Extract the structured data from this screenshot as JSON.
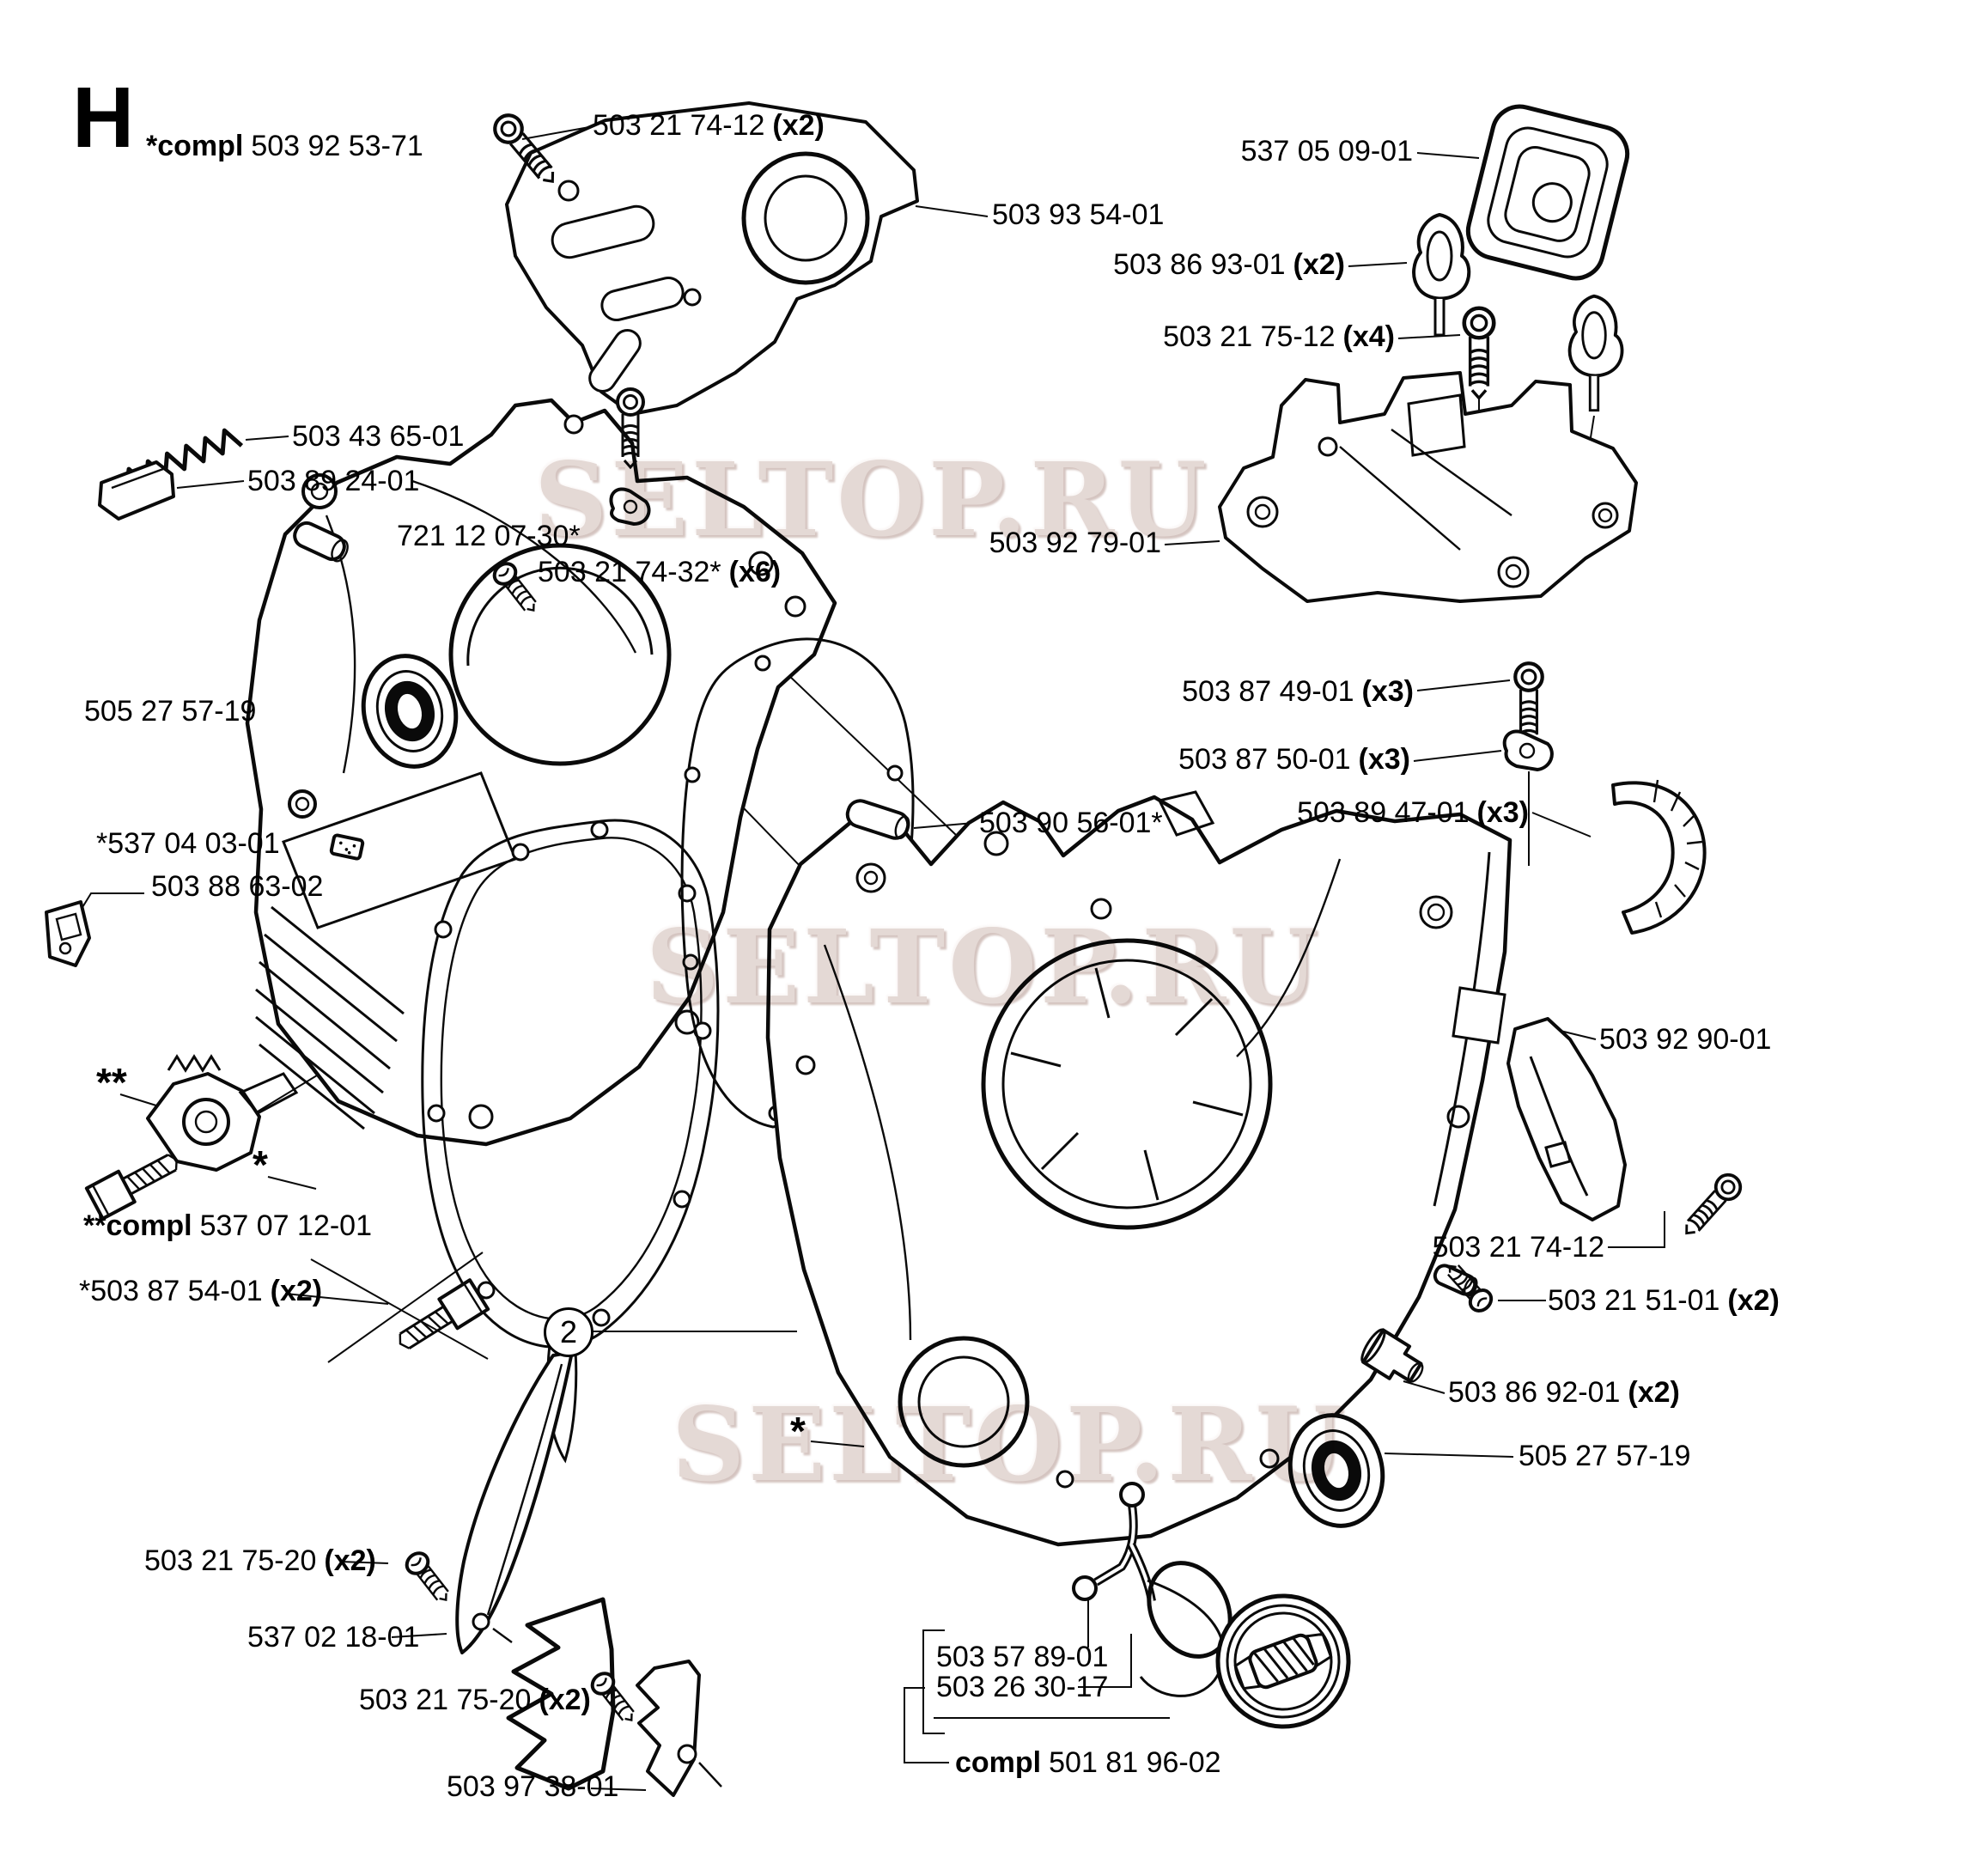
{
  "diagram": {
    "section_letter": "H",
    "section_compl": {
      "pre": "*compl",
      "num": "503 92 53-71"
    },
    "watermark": {
      "text": "SELTOP.RU",
      "color": "#e0d2ce"
    },
    "callout_2": "2",
    "labels": {
      "top_screw": {
        "num": "503 21 74-12",
        "qty": "(x2)"
      },
      "clutch_cover": {
        "num": "503 93 54-01"
      },
      "membrane": {
        "num": "537 05 09-01"
      },
      "purge_bulb": {
        "num": "503 86 93-01",
        "qty": "(x2)"
      },
      "screw_x4": {
        "num": "503 21 75-12",
        "qty": "(x4)"
      },
      "spring": {
        "num": "503 43 65-01"
      },
      "felt": {
        "num": "503 89 24-01"
      },
      "dowel": {
        "num": "721 12 07-30*"
      },
      "screw_x6": {
        "num": "503 21 74-32*",
        "qty": "(x6)"
      },
      "pump_plate": {
        "num": "503 92 79-01"
      },
      "seal_left": {
        "num": "505 27 57-19"
      },
      "screw_x3": {
        "num": "503 87 49-01",
        "qty": "(x3)"
      },
      "washer_x3": {
        "num": "503 87 50-01",
        "qty": "(x3)"
      },
      "pin_mid": {
        "num": "503 90 56-01*"
      },
      "clip_x3": {
        "num": "503 89 47-01",
        "qty": "(x3)"
      },
      "pin_left": {
        "num": "*537 04 03-01"
      },
      "clip_left": {
        "num": "503 88 63-02"
      },
      "dstar": {
        "num": "**"
      },
      "star_mid": {
        "num": "*"
      },
      "compl_brake": {
        "pre": "**compl",
        "num": "537 07 12-01"
      },
      "bolt_x2": {
        "num": "*503 87 54-01",
        "qty": "(x2)"
      },
      "deflector": {
        "num": "503 92 90-01"
      },
      "screw_tr": {
        "num": "503 21 74-12"
      },
      "screw_x2b": {
        "num": "503 21 51-01",
        "qty": "(x2)"
      },
      "plug_x2": {
        "num": "503 86 92-01",
        "qty": "(x2)"
      },
      "seal_right": {
        "num": "505 27 57-19"
      },
      "screw_x2c": {
        "num": "503 21 75-20",
        "qty": "(x2)"
      },
      "guide_plate": {
        "num": "537 02 18-01"
      },
      "screw_x2d": {
        "num": "503 21 75-20",
        "qty": "(x2)"
      },
      "spike": {
        "num": "503 97 38-01"
      },
      "fuel_line": {
        "num": "503 57 89-01"
      },
      "oring": {
        "num": "503 26 30-17"
      },
      "compl_cap": {
        "pre": "compl",
        "num": "501 81 96-02"
      },
      "star_bottom": {
        "num": "*"
      }
    }
  }
}
